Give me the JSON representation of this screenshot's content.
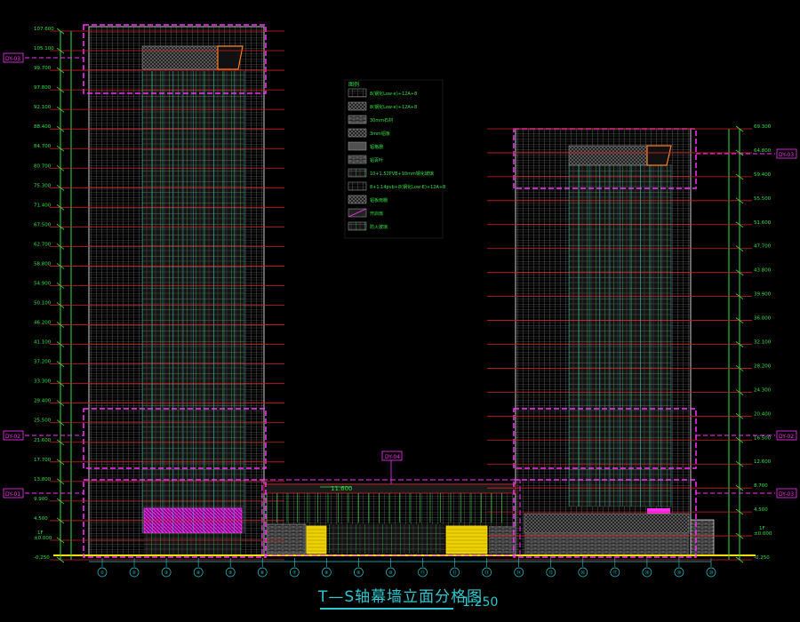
{
  "drawing": {
    "title": "T—S轴幕墙立面分格图",
    "scale": "1:250"
  },
  "colors": {
    "background": "#000000",
    "mullion_cyan": "#30c8d0",
    "grid_green": "#30e040",
    "magenta": "#ff30ff",
    "red_level": "#d02020",
    "white_hatch": "#c8c8c8",
    "yellow": "#ffe000",
    "orange": "#ff8020"
  },
  "detail_tags": {
    "left_top": "DY-03",
    "left_mid": "DY-02",
    "left_low": "DY-01",
    "right_top": "DY-03",
    "right_mid": "DY-02",
    "right_low": "DY-03",
    "podium": "DY-04"
  },
  "podium_level": "11.600",
  "left_levels": [
    {
      "floor": "",
      "elev": "107.600"
    },
    {
      "floor": "",
      "elev": "105.100"
    },
    {
      "floor": "",
      "elev": "99.700"
    },
    {
      "floor": "",
      "elev": "97.800"
    },
    {
      "floor": "",
      "elev": "92.100"
    },
    {
      "floor": "",
      "elev": "88.400"
    },
    {
      "floor": "",
      "elev": "84.700"
    },
    {
      "floor": "",
      "elev": "80.700"
    },
    {
      "floor": "",
      "elev": "75.300"
    },
    {
      "floor": "",
      "elev": "71.400"
    },
    {
      "floor": "",
      "elev": "67.500"
    },
    {
      "floor": "",
      "elev": "62.700"
    },
    {
      "floor": "",
      "elev": "58.800"
    },
    {
      "floor": "",
      "elev": "54.900"
    },
    {
      "floor": "",
      "elev": "50.100"
    },
    {
      "floor": "",
      "elev": "46.200"
    },
    {
      "floor": "",
      "elev": "41.100"
    },
    {
      "floor": "",
      "elev": "37.200"
    },
    {
      "floor": "",
      "elev": "33.300"
    },
    {
      "floor": "",
      "elev": "29.400"
    },
    {
      "floor": "",
      "elev": "25.500"
    },
    {
      "floor": "",
      "elev": "21.600"
    },
    {
      "floor": "",
      "elev": "17.700"
    },
    {
      "floor": "",
      "elev": "13.800"
    },
    {
      "floor": "",
      "elev": "9.900"
    },
    {
      "floor": "",
      "elev": "4.500"
    },
    {
      "floor": "1F",
      "elev": "±0.000"
    },
    {
      "floor": "",
      "elev": "-0.250"
    }
  ],
  "right_levels": [
    {
      "floor": "",
      "elev": "69.300"
    },
    {
      "floor": "",
      "elev": "64.800"
    },
    {
      "floor": "",
      "elev": "59.400"
    },
    {
      "floor": "",
      "elev": "55.500"
    },
    {
      "floor": "",
      "elev": "51.600"
    },
    {
      "floor": "",
      "elev": "47.700"
    },
    {
      "floor": "",
      "elev": "43.800"
    },
    {
      "floor": "",
      "elev": "39.900"
    },
    {
      "floor": "",
      "elev": "36.000"
    },
    {
      "floor": "",
      "elev": "32.100"
    },
    {
      "floor": "",
      "elev": "28.200"
    },
    {
      "floor": "",
      "elev": "24.300"
    },
    {
      "floor": "",
      "elev": "20.400"
    },
    {
      "floor": "",
      "elev": "16.500"
    },
    {
      "floor": "",
      "elev": "12.600"
    },
    {
      "floor": "",
      "elev": "8.700"
    },
    {
      "floor": "",
      "elev": "4.500"
    },
    {
      "floor": "1F",
      "elev": "±0.000"
    },
    {
      "floor": "",
      "elev": "-0.250"
    }
  ],
  "legend": {
    "heading": "图例",
    "items": [
      {
        "label": "8(钢化Low-e)+12A+8",
        "swatch": "hatch-a"
      },
      {
        "label": "8(钢化Low-e)+12A+8",
        "swatch": "hatch-b"
      },
      {
        "label": "30mm石材",
        "swatch": "hatch-c"
      },
      {
        "label": "3mm铝板",
        "swatch": "hatch-d"
      },
      {
        "label": "铝格栅",
        "swatch": "hatch-e"
      },
      {
        "label": "铝百叶",
        "swatch": "hatch-f"
      },
      {
        "label": "10+1.52PVB+10mm钢化玻璃",
        "swatch": "hatch-g"
      },
      {
        "label": "8+1.14pvb+8(钢化Low-E)+12A+8",
        "swatch": "hatch-h"
      },
      {
        "label": "铝板雨棚",
        "swatch": "hatch-i"
      },
      {
        "label": "开启扇",
        "swatch": "hatch-j"
      },
      {
        "label": "防火玻璃",
        "swatch": "hatch-k"
      }
    ]
  },
  "grid_axes": [
    "①",
    "②",
    "③",
    "④",
    "⑤",
    "⑥",
    "⑦",
    "⑧",
    "⑨",
    "⑩",
    "⑪",
    "⑫",
    "⑬",
    "⑭",
    "⑮",
    "⑯",
    "⑰",
    "⑱",
    "⑲",
    "⑳"
  ]
}
